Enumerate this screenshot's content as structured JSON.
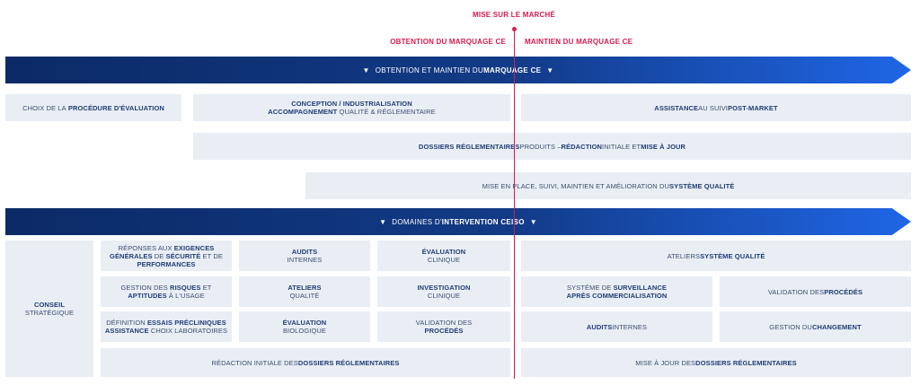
{
  "timeline": {
    "market_label": "MISE SUR LE MARCHÉ",
    "left_label": "OBTENTION DU MARQUAGE CE",
    "right_label": "MAINTIEN DU MARQUAGE CE"
  },
  "banner1": {
    "arrow": "▼",
    "pre": "OBTENTION ET MAINTIEN DU ",
    "bold": "MARQUAGE CE"
  },
  "row1": {
    "choix": {
      "pre": "CHOIX DE LA ",
      "bold": "PROCÉDURE D'ÉVALUATION"
    },
    "conception": {
      "line1": "CONCEPTION / INDUSTRIALISATION",
      "line2_bold": "ACCOMPAGNEMENT",
      "line2_rest": " QUALITÉ & RÉGLEMENTAIRE"
    },
    "assistance": {
      "bold1": "ASSISTANCE",
      "mid": " AU SUIVI ",
      "bold2": "POST-MARKET"
    }
  },
  "row2": {
    "bold1": "DOSSIERS RÉGLEMENTAIRES",
    "t1": " PRODUITS – ",
    "bold2": "RÉDACTION",
    "t2": " INITIALE ET ",
    "bold3": "MISE À JOUR"
  },
  "row3": {
    "pre": "MISE EN PLACE, SUIVI, MAINTIEN ET AMÉLIORATION DU ",
    "bold": "SYSTÈME QUALITÉ"
  },
  "banner2": {
    "arrow": "▼",
    "pre": "DOMAINES D'",
    "bold": "INTERVENTION CEISO"
  },
  "domains": {
    "conseil": {
      "bold": "CONSEIL",
      "rest": "STRATÉGIQUE"
    },
    "exigences": {
      "t1": "RÉPONSES AUX ",
      "b1": "EXIGENCES",
      "b2": "GÉNÉRALES",
      "t2": " DE ",
      "b3": "SÉCURITÉ",
      "t3": " ET DE",
      "b4": "PERFORMANCES"
    },
    "risques": {
      "t1": "GESTION DES ",
      "b1": "RISQUES",
      "t2": " ET",
      "b2": "APTITUDES",
      "t3": " À L'USAGE"
    },
    "essais": {
      "t1": "DÉFINITION ",
      "b1": "ESSAIS PRÉCLINIQUES",
      "b2": "ASSISTANCE",
      "t2": " CHOIX LABORATOIRES"
    },
    "audits1": {
      "bold": "AUDITS",
      "rest": "INTERNES"
    },
    "ateliers1": {
      "bold": "ATELIERS",
      "rest": "QUALITÉ"
    },
    "eval_bio": {
      "bold": "ÉVALUATION",
      "rest": "BIOLOGIQUE"
    },
    "eval_clin": {
      "bold": "ÉVALUATION",
      "rest": "CLINIQUE"
    },
    "invest": {
      "bold": "INVESTIGATION",
      "rest": "CLINIQUE"
    },
    "valid_proc1": {
      "rest": "VALIDATION DES",
      "bold": "PROCÉDÉS"
    },
    "redaction": {
      "pre": "RÉDACTION INITIALE DES ",
      "bold": "DOSSIERS RÉGLEMENTAIRES"
    },
    "ateliers_sq": {
      "pre": "ATELIERS ",
      "bold": "SYSTÈME QUALITÉ"
    },
    "surveillance": {
      "t1": "SYSTÈME DE ",
      "b1": "SURVEILLANCE",
      "b2": "APRÈS COMMERCIALISATION"
    },
    "valid_proc2": {
      "pre": "VALIDATION DES ",
      "bold": "PROCÉDÉS"
    },
    "audits2": {
      "bold": "AUDITS",
      "rest": " INTERNES"
    },
    "changement": {
      "pre": "GESTION DU ",
      "bold": "CHANGEMENT"
    },
    "miseajour": {
      "pre": "MISE À JOUR DES ",
      "bold": "DOSSIERS RÉGLEMENTAIRES"
    }
  }
}
